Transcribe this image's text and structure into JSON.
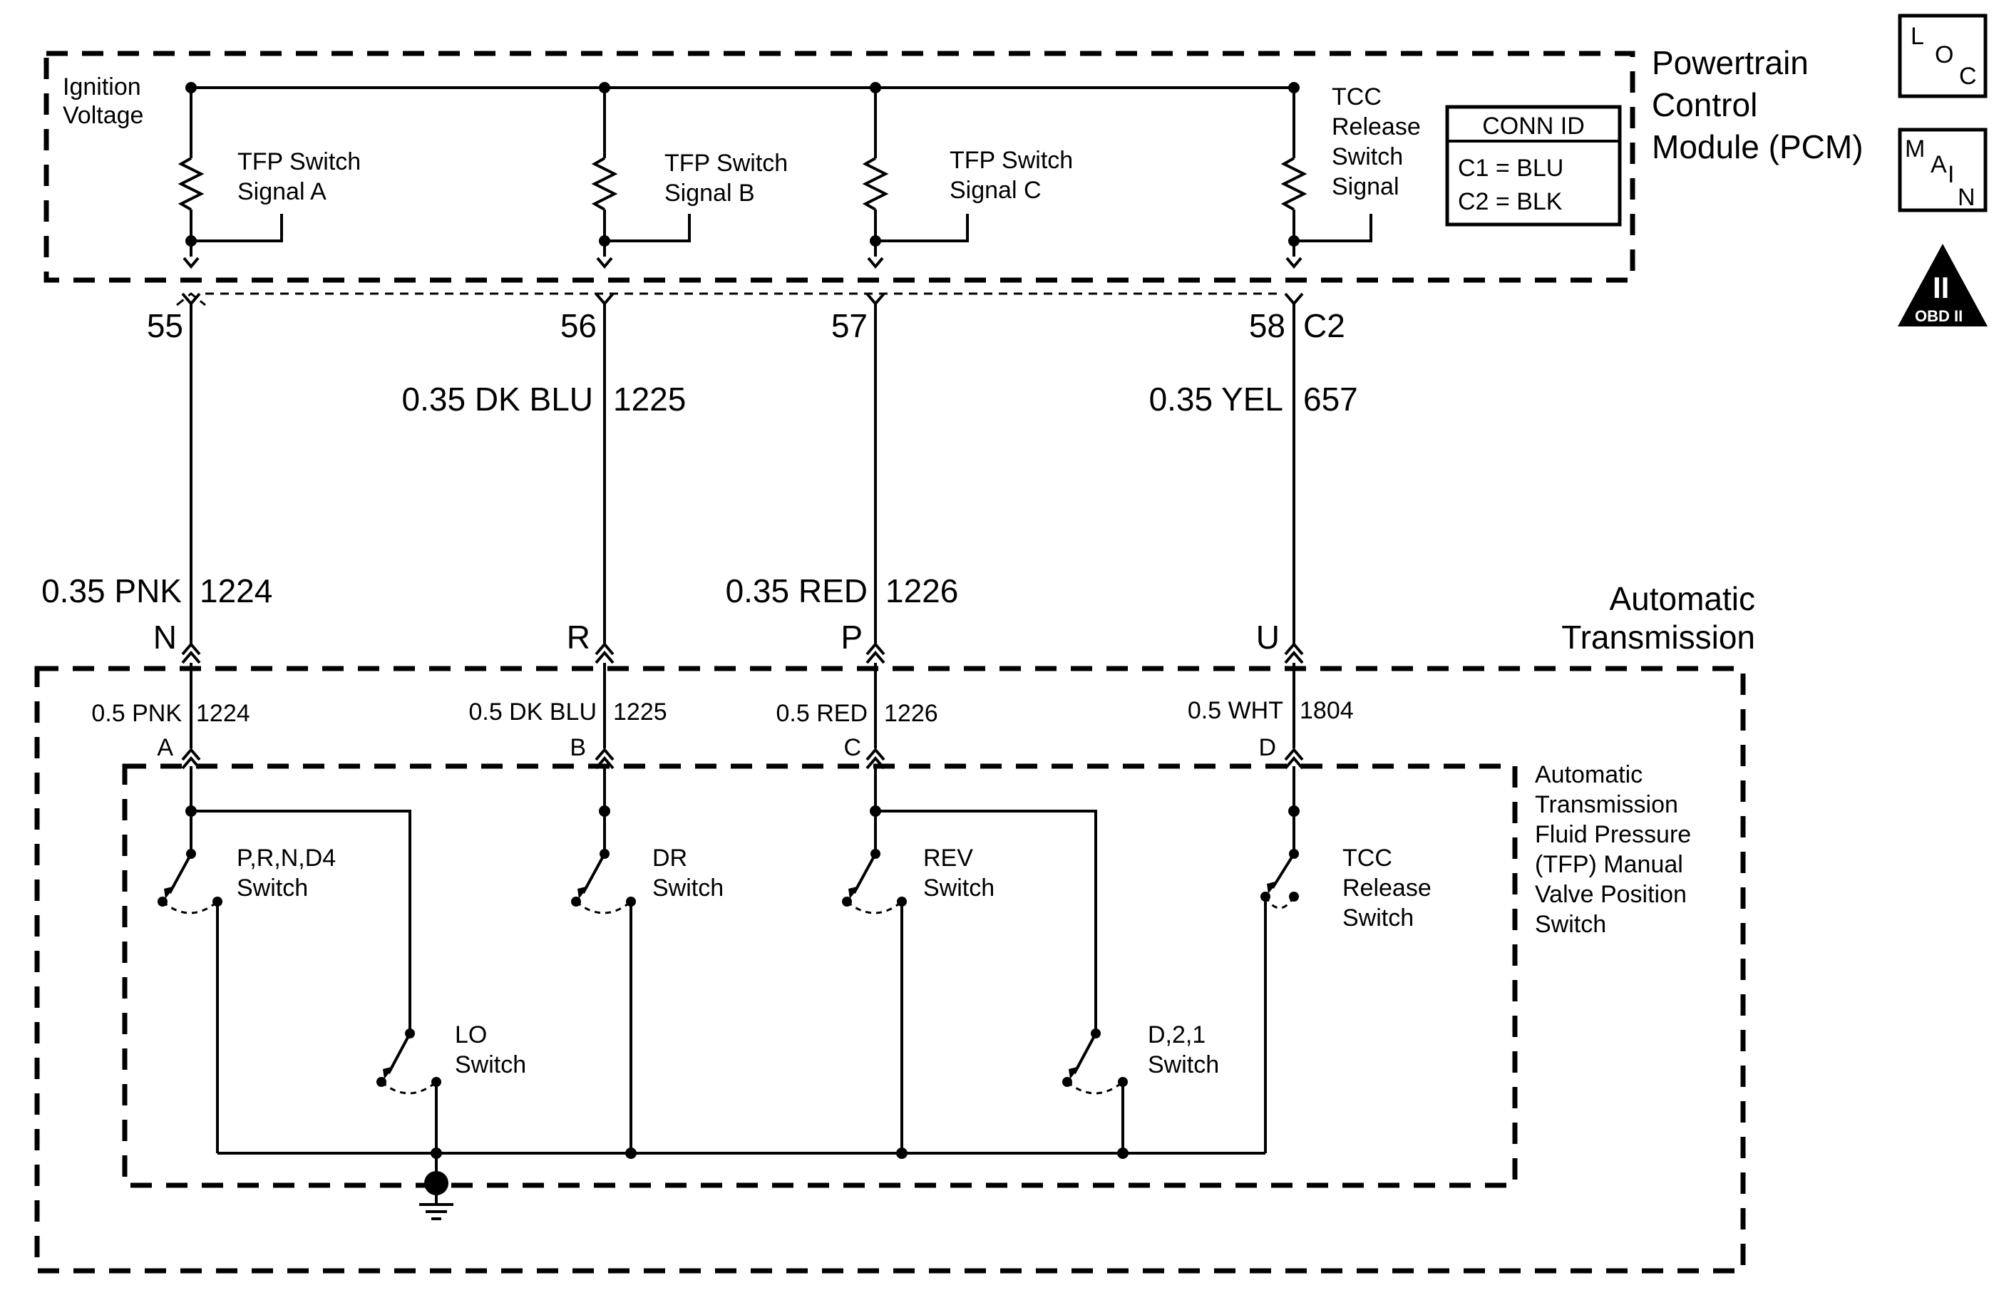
{
  "pcm": {
    "title_lines": [
      "Powertrain",
      "Control",
      "Module (PCM)"
    ],
    "ignition_lines": [
      "Ignition",
      "Voltage"
    ],
    "signals": [
      {
        "lines": [
          "TFP Switch",
          "Signal A"
        ]
      },
      {
        "lines": [
          "TFP Switch",
          "Signal B"
        ]
      },
      {
        "lines": [
          "TFP Switch",
          "Signal C"
        ]
      },
      {
        "lines": [
          "TCC",
          "Release",
          "Switch",
          "Signal"
        ]
      }
    ],
    "conn_id": {
      "title": "CONN ID",
      "rows": [
        "C1 = BLU",
        "C2 = BLK"
      ]
    }
  },
  "badges": {
    "loc": [
      "L",
      "O",
      "C"
    ],
    "main": [
      "M",
      "A",
      "I",
      "N"
    ],
    "obd_numeral": "II",
    "obd_text": "OBD II"
  },
  "pcm_pins": [
    "55",
    "56",
    "57",
    "58"
  ],
  "pcm_connector": "C2",
  "harness_upper": [
    {
      "gauge": "0.35 DK BLU",
      "circuit": "1225"
    },
    {
      "gauge": "0.35 YEL",
      "circuit": "657"
    }
  ],
  "harness_lower": [
    {
      "gauge": "0.35 PNK",
      "circuit": "1224"
    },
    {
      "gauge": "0.35 RED",
      "circuit": "1226"
    }
  ],
  "trans_pins": [
    "N",
    "R",
    "P",
    "U"
  ],
  "transmission": {
    "title_lines": [
      "Automatic",
      "Transmission"
    ],
    "internal_wires": [
      {
        "gauge": "0.5 PNK",
        "circuit": "1224"
      },
      {
        "gauge": "0.5 DK BLU",
        "circuit": "1225"
      },
      {
        "gauge": "0.5 RED",
        "circuit": "1226"
      },
      {
        "gauge": "0.5 WHT",
        "circuit": "1804"
      }
    ],
    "switch_pins": [
      "A",
      "B",
      "C",
      "D"
    ]
  },
  "tfp_assembly": {
    "title_lines": [
      "Automatic",
      "Transmission",
      "Fluid Pressure",
      "(TFP) Manual",
      "Valve Position",
      "Switch"
    ]
  },
  "switches": [
    {
      "lines": [
        "P,R,N,D4",
        "Switch"
      ]
    },
    {
      "lines": [
        "DR",
        "Switch"
      ]
    },
    {
      "lines": [
        "REV",
        "Switch"
      ]
    },
    {
      "lines": [
        "TCC",
        "Release",
        "Switch"
      ]
    },
    {
      "lines": [
        "LO",
        "Switch"
      ]
    },
    {
      "lines": [
        "D,2,1",
        "Switch"
      ]
    }
  ]
}
